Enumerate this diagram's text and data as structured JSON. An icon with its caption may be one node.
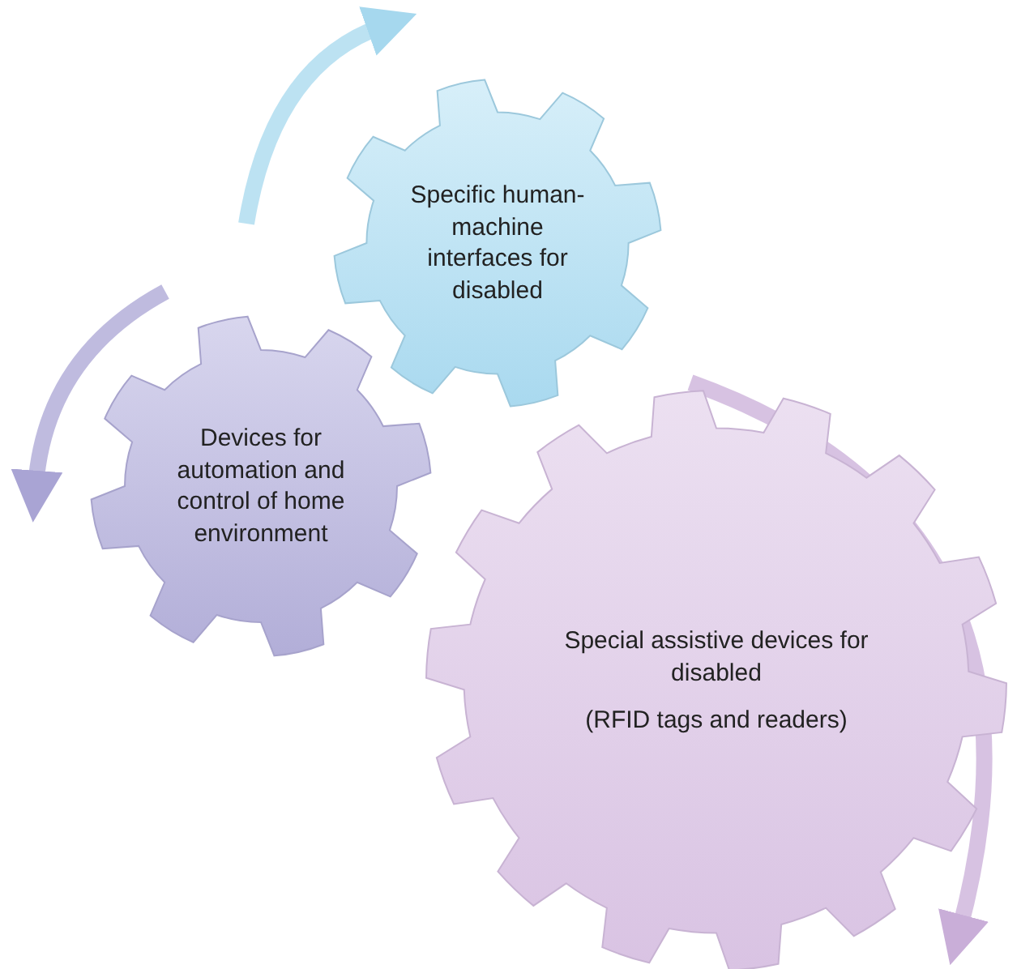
{
  "diagram": {
    "nodes": [
      {
        "text": [
          "Specific human-machine interfaces for disabled"
        ]
      },
      {
        "text": [
          "Devices for automation and control of home environment"
        ]
      },
      {
        "text": [
          "Special assistive devices for disabled",
          "(RFID tags and readers)"
        ]
      }
    ],
    "edges": []
  }
}
